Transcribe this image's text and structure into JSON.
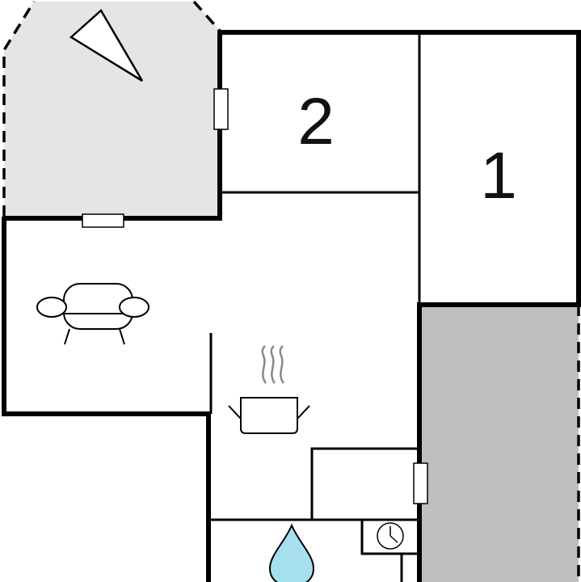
{
  "floorplan": {
    "rooms": [
      {
        "id": "bedroom-2",
        "label": "2"
      },
      {
        "id": "bedroom-1",
        "label": "1"
      }
    ],
    "icons": {
      "compass": "north-arrow-icon",
      "living": "sofa-icon",
      "kitchen": "cooking-pot-icon",
      "bathroom": "water-drop-icon",
      "utility": "clock-icon"
    },
    "colors": {
      "wall": "#000000",
      "terrace": "#e5e5e5",
      "exterior": "#bfbfbf",
      "water": "#a6e0ee",
      "background": "#ffffff"
    }
  }
}
